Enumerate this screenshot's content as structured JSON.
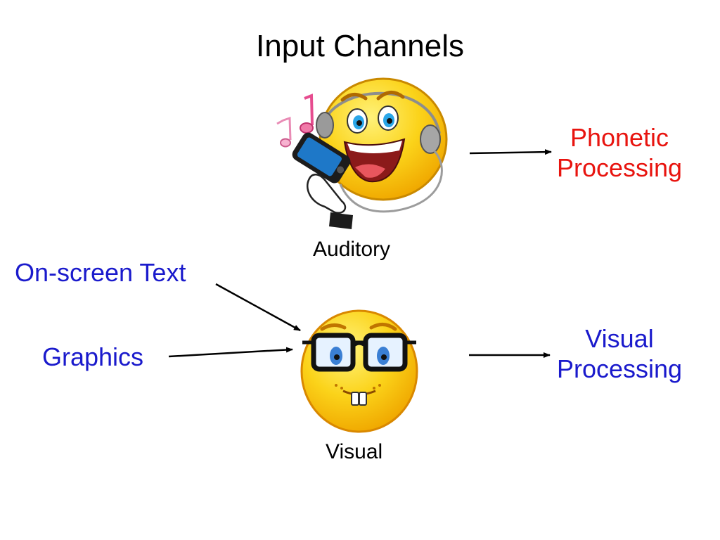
{
  "slide": {
    "title": "Input Channels"
  },
  "channels": {
    "auditory": {
      "caption": "Auditory",
      "output": [
        "Phonetic",
        "Processing"
      ]
    },
    "visual": {
      "caption": "Visual",
      "inputs": [
        "On-screen Text",
        "Graphics"
      ],
      "output": [
        "Visual",
        "Processing"
      ]
    }
  },
  "colors": {
    "phonetic_red": "#e8140f",
    "visual_blue": "#1a1acc",
    "smiley_yellow": "#f7c500",
    "phone_blue": "#1e78c8"
  },
  "icons": {
    "auditory_figure": "smiley-with-headphones-icon",
    "visual_figure": "smiley-with-glasses-icon"
  }
}
